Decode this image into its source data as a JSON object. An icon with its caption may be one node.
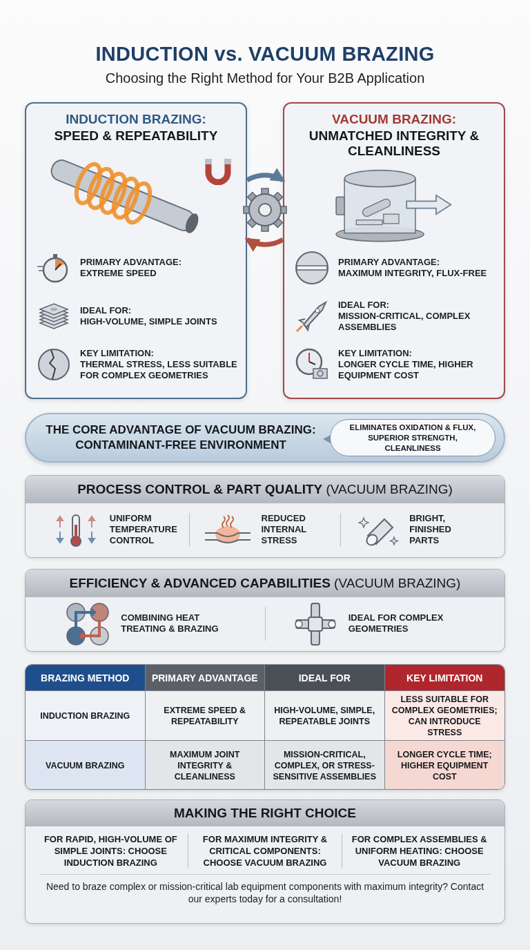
{
  "diagram": {
    "title": "INDUCTION vs. VACUUM BRAZING",
    "nodes": [
      {
        "text": [
          "INDUCTION BRAZING:",
          "SPEED & REPEATABILITY",
          "PRIMARY ADVANTAGE:",
          "EXTREME SPEED",
          "IDEAL FOR:",
          "HIGH-VOLUME, SIMPLE JOINTS",
          "KEY LIMITATION:",
          "THERMAL STRESS, LESS SUITABLE FOR COMPLEX GEOMETRIES"
        ]
      },
      {
        "text": [
          "VACUUM BRAZING:",
          "UNMATCHED INTEGRITY & CLEANLINESS",
          "PRIMARY ADVANTAGE:",
          "MAXIMUM INTEGRITY, FLUX-FREE",
          "IDEAL FOR:",
          "MISSION-CRITICAL, COMPLEX ASSEMBLIES",
          "KEY LIMITATION:",
          "LONGER CYCLE TIME, HIGHER EQUIPMENT COST"
        ]
      },
      {
        "text": [
          "THE CORE ADVANTAGE OF VACUUM BRAZING: CONTAMINANT-FREE ENVIRONMENT"
        ]
      },
      {
        "text": [
          "ELIMINATES OXIDATION & FLUX, SUPERIOR STRENGTH, CLEANLINESS"
        ],
        "in": 2
      },
      {
        "text": [
          "**PROCESS CONTROL & PART QUALITY** (VACUUM BRAZING)",
          "UNIFORM TEMPERATURE CONTROL",
          "REDUCED INTERNAL STRESS",
          "BRIGHT, FINISHED PARTS"
        ]
      },
      {
        "text": [
          "**EFFICIENCY & ADVANCED CAPABILITIES** (VACUUM BRAZING)",
          "COMBINING HEAT TREATING & BRAZING",
          "IDEAL FOR COMPLEX GEOMETRIES"
        ]
      },
      {
        "text": [
          "MAKING THE RIGHT CHOICE",
          "FOR RAPID, HIGH-VOLUME OF SIMPLE JOINTS: CHOOSE INDUCTION BRAZING",
          "FOR MAXIMUM INTEGRITY & CRITICAL COMPONENTS: CHOOSE VACUUM BRAZING",
          "FOR COMPLEX ASSEMBLIES & UNIFORM HEATING: CHOOSE VACUUM BRAZING",
          "Need to braze complex or mission-critical lab equipment components with maximum integrity? Contact our experts today for a consultation!"
        ]
      }
    ],
    "edges": [
      {
        "from": 0,
        "to": 1,
        "arrow": "to",
        "color": "#5d7b99"
      },
      {
        "from": 1,
        "to": 0,
        "arrow": "to",
        "color": "#b0503f"
      }
    ],
    "labels": [
      "Choosing the Right Method for Your B2B Application",
      "BRAZING METHOD",
      "PRIMARY ADVANTAGE",
      "IDEAL FOR",
      "KEY LIMITATION",
      "INDUCTION BRAZING",
      "EXTREME SPEED & REPEATABILITY",
      "HIGH-VOLUME, SIMPLE, REPEATABLE JOINTS",
      "LESS SUITABLE FOR COMPLEX GEOMETRIES; CAN INTRODUCE STRESS",
      "VACUUM BRAZING",
      "MAXIMUM JOINT INTEGRITY & CLEANLINESS",
      "MISSION-CRITICAL, COMPLEX, OR STRESS-SENSITIVE ASSEMBLIES",
      "LONGER CYCLE TIME; HIGHER EQUIPMENT COST"
    ]
  }
}
